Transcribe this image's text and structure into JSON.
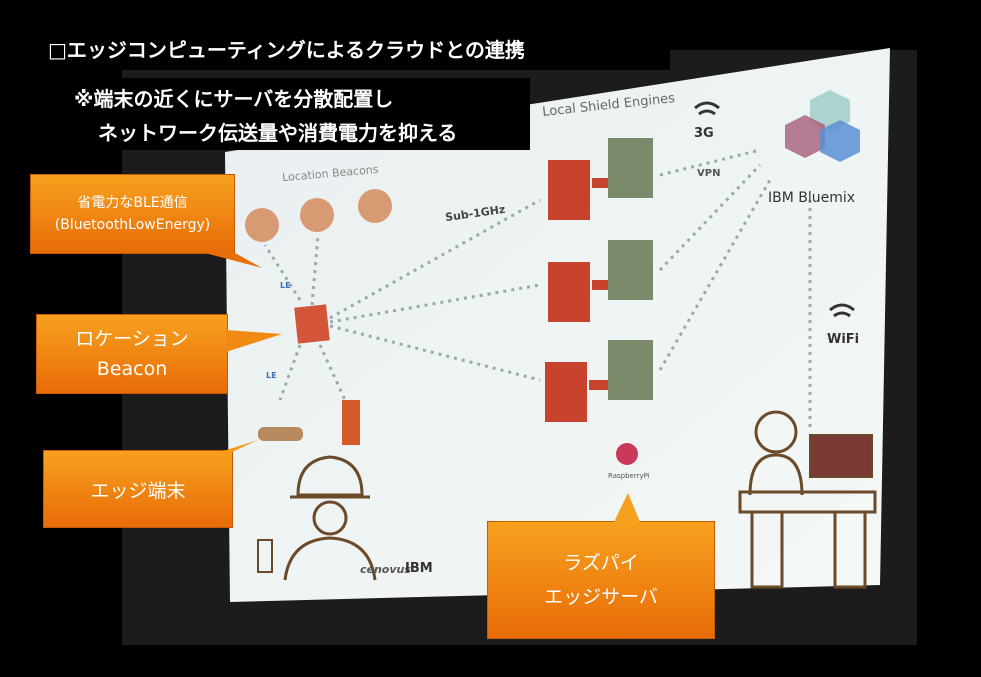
{
  "heading": {
    "line1": "□エッジコンピューティングによるクラウドとの連携",
    "line2a": "※端末の近くにサーバを分散配置し",
    "line2b": "ネットワーク伝送量や消費電力を抑える"
  },
  "callouts": {
    "ble_line1": "省電力なBLE通信",
    "ble_line2": "(BluetoothLowEnergy)",
    "beacon_line1": "ロケーション",
    "beacon_line2": "Beacon",
    "edge_device": "エッジ端末",
    "raspi_line1": "ラズパイ",
    "raspi_line2": "エッジサーバ"
  },
  "slide": {
    "location_beacons": "Location Beacons",
    "local_shield_engines": "Local Shield Engines",
    "sub_ghz": "Sub-1GHz",
    "net_3g": "3G",
    "vpn": "VPN",
    "ibm_bluemix": "IBM Bluemix",
    "wifi": "WiFi",
    "le_1": "LE",
    "le_2": "LE",
    "raspberry_pi": "RaspberryPi",
    "cenovus": "cenovus",
    "ibm": "IBM"
  },
  "colors": {
    "callout_orange": "#f08a12",
    "board_red": "#c8432b",
    "slide_bg": "#eef3f3",
    "bluemix_blue": "#5b8fd4"
  }
}
